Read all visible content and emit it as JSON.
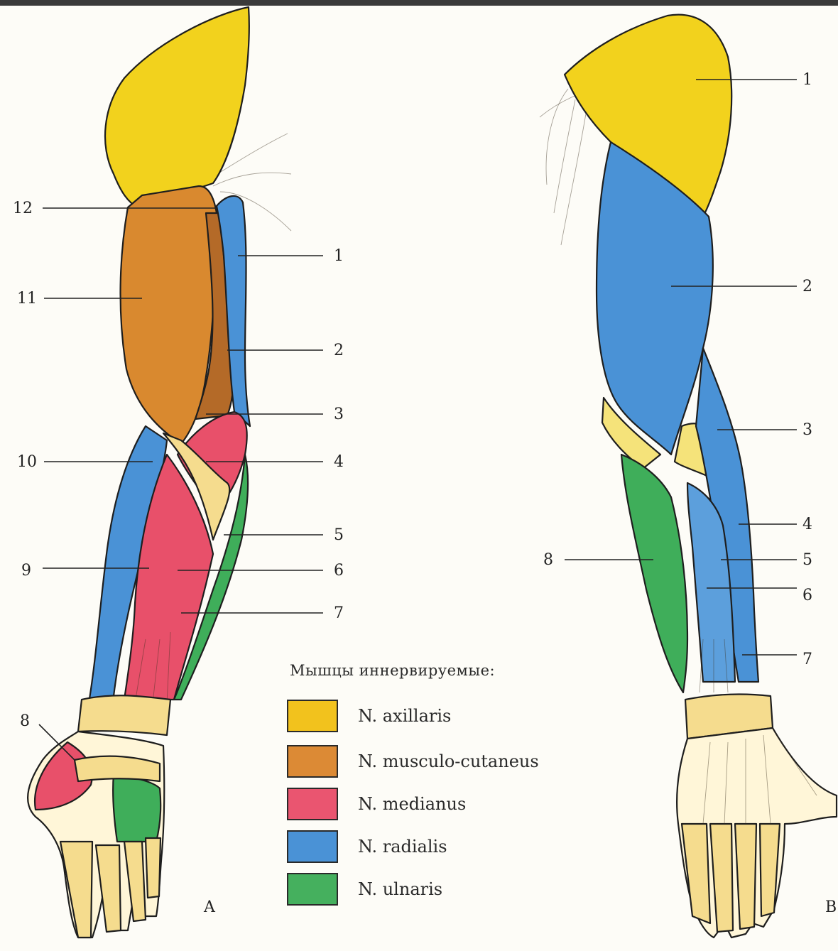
{
  "colors": {
    "axillaris": "#f2d21d",
    "musculo_cutaneus": "#d9892f",
    "medianus": "#e8506a",
    "radialis": "#4a92d6",
    "ulnaris": "#3fae5a",
    "tendon": "#f5dc8e",
    "skin": "#fff6d8"
  },
  "panel_a": {
    "letter": "A",
    "labels": [
      "12",
      "11",
      "1",
      "2",
      "3",
      "10",
      "4",
      "5",
      "9",
      "6",
      "7",
      "8"
    ]
  },
  "panel_b": {
    "letter": "B",
    "labels": [
      "1",
      "2",
      "3",
      "4",
      "8",
      "5",
      "6",
      "7"
    ]
  },
  "legend": {
    "title": "Мышцы иннервируемые:",
    "items": [
      {
        "label": "N. axillaris",
        "color": "#f2c21d"
      },
      {
        "label": "N. musculo-cutaneus",
        "color": "#dc8a35"
      },
      {
        "label": "N. medianus",
        "color": "#ea5570"
      },
      {
        "label": "N. radialis",
        "color": "#4a92d6"
      },
      {
        "label": "N. ulnaris",
        "color": "#45b05e"
      }
    ]
  }
}
